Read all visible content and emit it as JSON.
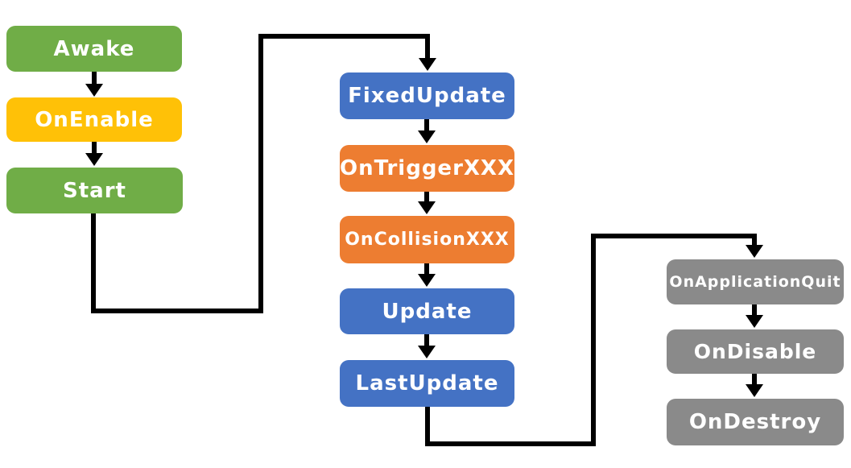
{
  "diagram": {
    "type": "flowchart",
    "background": "#ffffff",
    "line_color": "#000000",
    "text_color": "#ffffff"
  },
  "nodes": [
    {
      "id": "awake",
      "label": "Awake",
      "color": "#70ad47"
    },
    {
      "id": "on-enable",
      "label": "OnEnable",
      "color": "#ffc107"
    },
    {
      "id": "start",
      "label": "Start",
      "color": "#70ad47"
    },
    {
      "id": "fixed-update",
      "label": "FixedUpdate",
      "color": "#4472c4"
    },
    {
      "id": "on-trigger-xxx",
      "label": "OnTriggerXXX",
      "color": "#ed7d31"
    },
    {
      "id": "on-collision-xxx",
      "label": "OnCollisionXXX",
      "color": "#ed7d31"
    },
    {
      "id": "update",
      "label": "Update",
      "color": "#4472c4"
    },
    {
      "id": "last-update",
      "label": "LastUpdate",
      "color": "#4472c4"
    },
    {
      "id": "on-application-quit",
      "label": "OnApplicationQuit",
      "color": "#8a8a8a"
    },
    {
      "id": "on-disable",
      "label": "OnDisable",
      "color": "#8a8a8a"
    },
    {
      "id": "on-destroy",
      "label": "OnDestroy",
      "color": "#8a8a8a"
    }
  ],
  "edges": [
    {
      "from": "Awake",
      "to": "OnEnable"
    },
    {
      "from": "OnEnable",
      "to": "Start"
    },
    {
      "from": "Start",
      "to": "FixedUpdate"
    },
    {
      "from": "FixedUpdate",
      "to": "OnTriggerXXX"
    },
    {
      "from": "OnTriggerXXX",
      "to": "OnCollisionXXX"
    },
    {
      "from": "OnCollisionXXX",
      "to": "Update"
    },
    {
      "from": "Update",
      "to": "LastUpdate"
    },
    {
      "from": "LastUpdate",
      "to": "OnApplicationQuit"
    },
    {
      "from": "OnApplicationQuit",
      "to": "OnDisable"
    },
    {
      "from": "OnDisable",
      "to": "OnDestroy"
    }
  ]
}
